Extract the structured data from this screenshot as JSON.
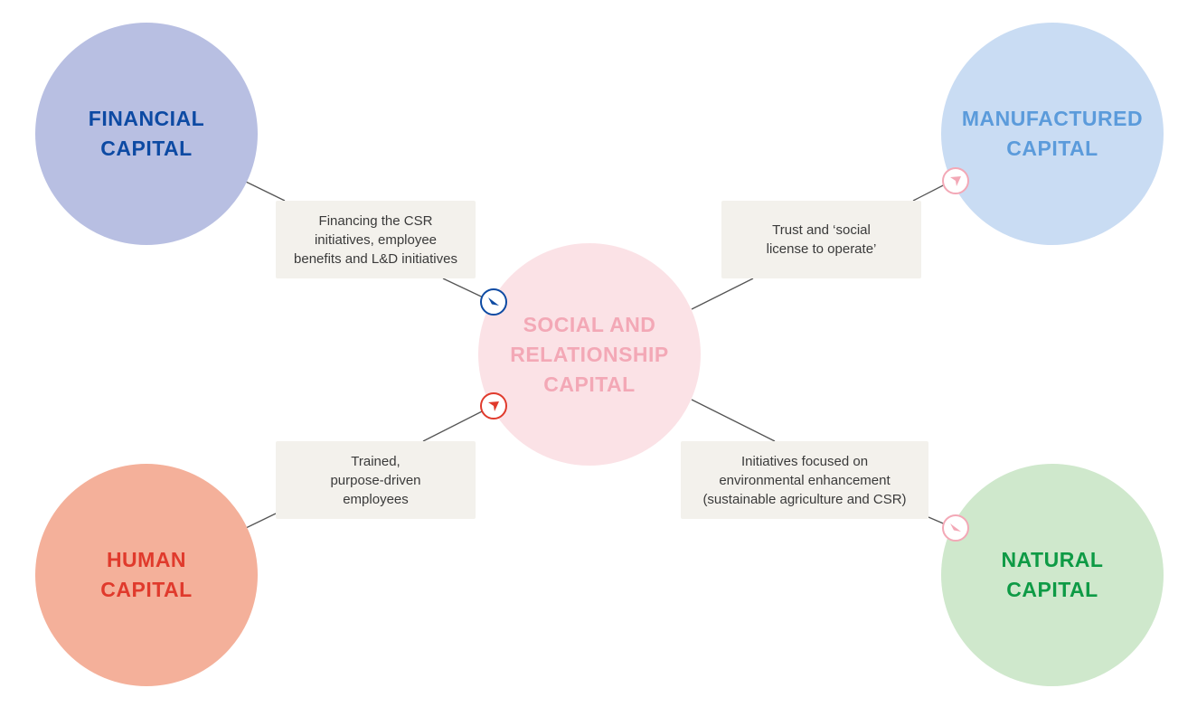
{
  "colors": {
    "financial_fill": "#b8bfe2",
    "financial_text": "#0d4aa3",
    "manufactured_fill": "#c9dcf3",
    "manufactured_text": "#5b9bdb",
    "human_fill": "#f4b09a",
    "human_text": "#e03a2c",
    "natural_fill": "#cfe8cc",
    "natural_text": "#0e9a45",
    "social_fill": "#fbe2e6",
    "social_text": "#f3a8b6",
    "connector": "#555555"
  },
  "nodes": {
    "financial": {
      "line1": "FINANCIAL",
      "line2": "CAPITAL"
    },
    "manufactured": {
      "line1": "MANUFACTURED",
      "line2": "CAPITAL"
    },
    "human": {
      "line1": "HUMAN",
      "line2": "CAPITAL"
    },
    "natural": {
      "line1": "NATURAL",
      "line2": "CAPITAL"
    },
    "social": {
      "line1": "SOCIAL AND",
      "line2": "RELATIONSHIP",
      "line3": "CAPITAL"
    }
  },
  "links": {
    "financial": {
      "lines": [
        "Financing the CSR",
        "initiatives, employee",
        "benefits and L&D initiatives"
      ],
      "arrow_icon": "arrow-in-icon",
      "arrow_color": "#0d4aa3"
    },
    "manufactured": {
      "lines": [
        "Trust and ‘social",
        "license to operate’"
      ],
      "arrow_icon": "arrow-out-icon",
      "arrow_color": "#f3a8b6"
    },
    "human": {
      "lines": [
        "Trained,",
        "purpose-driven",
        "employees"
      ],
      "arrow_icon": "arrow-in-icon",
      "arrow_color": "#e03a2c"
    },
    "natural": {
      "lines": [
        "Initiatives focused on",
        "environmental enhancement",
        "(sustainable agriculture and CSR)"
      ],
      "arrow_icon": "arrow-out-icon",
      "arrow_color": "#f3a8b6"
    }
  }
}
